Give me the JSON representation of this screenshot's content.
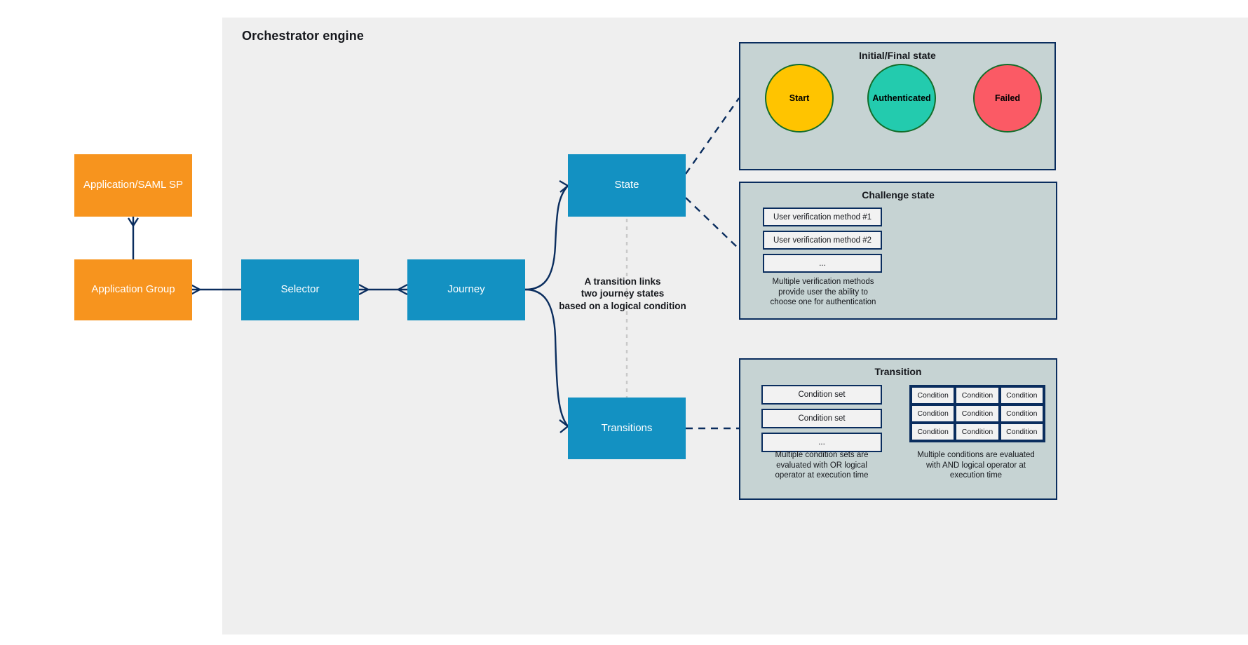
{
  "engine": {
    "title": "Orchestrator engine"
  },
  "colors": {
    "orange": "#f7941e",
    "blue": "#1391c2",
    "panel_bg": "#c6d3d3",
    "navy": "#0a2d5e",
    "canvas_bg": "#efefef",
    "start_fill": "#ffc400",
    "authenticated_fill": "#23cbae",
    "failed_fill": "#fb5a65",
    "circle_stroke": "#136d2a"
  },
  "boxes": {
    "app_saml": "Application/SAML SP",
    "app_group": "Application Group",
    "selector": "Selector",
    "journey": "Journey",
    "state": "State",
    "transitions": "Transitions"
  },
  "center_note": "A transition links\ntwo journey states\nbased on a logical condition",
  "initial_final": {
    "title": "Initial/Final state",
    "circles": [
      {
        "label": "Start",
        "fill": "#ffc400"
      },
      {
        "label": "Authenticated",
        "fill": "#23cbae"
      },
      {
        "label": "Failed",
        "fill": "#fb5a65"
      }
    ]
  },
  "challenge": {
    "title": "Challenge state",
    "methods": [
      "User verification method #1",
      "User verification method #2",
      "..."
    ],
    "caption": "Multiple verification methods\nprovide user the ability to\nchoose one for authentication"
  },
  "transition": {
    "title": "Transition",
    "condition_sets": [
      "Condition set",
      "Condition set",
      "..."
    ],
    "caption_left": "Multiple condition sets are\nevaluated with OR logical\noperator at execution time",
    "condition_grid": [
      [
        "Condition",
        "Condition",
        "Condition"
      ],
      [
        "Condition",
        "Condition",
        "Condition"
      ],
      [
        "Condition",
        "Condition",
        "Condition"
      ]
    ],
    "caption_right": "Multiple conditions are evaluated\nwith AND logical operator at\nexecution time"
  }
}
